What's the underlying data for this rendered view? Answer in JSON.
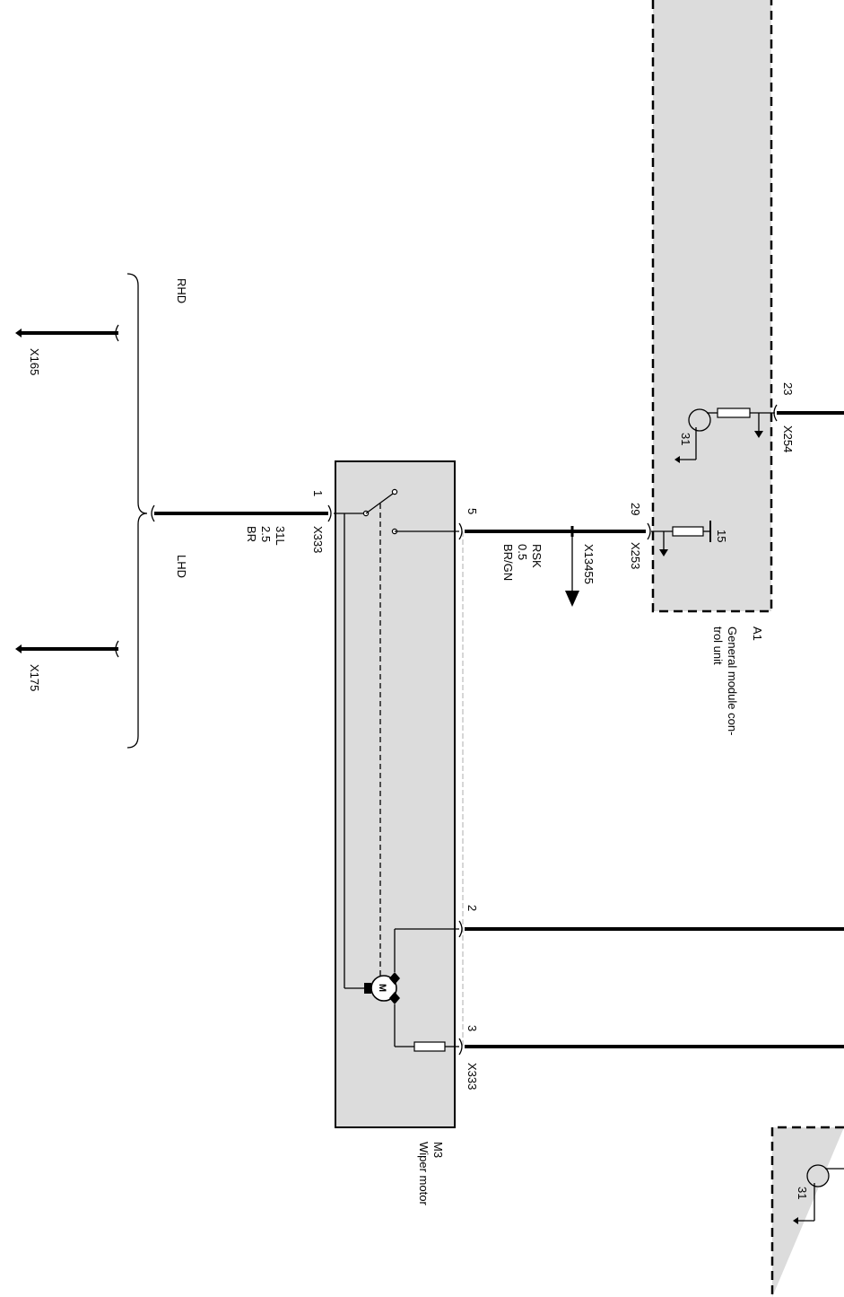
{
  "ground_points": {
    "top": "X165",
    "bottom": "X175"
  },
  "variants": {
    "rhd": "RHD",
    "lhd": "LHD"
  },
  "wire_31l": {
    "connector": "X333",
    "pin": "1",
    "circuit": "31L",
    "size": "2.5",
    "color": "BR"
  },
  "wiper_motor": {
    "id": "M3",
    "name": "Wiper motor",
    "motor_symbol": "M",
    "connector_bottom": "X333",
    "pins": {
      "park": "5",
      "speed_1": "2",
      "speed_2": "3"
    }
  },
  "wire_park": {
    "connector": "X13455",
    "circuit": "RSK",
    "size": "0.5",
    "color": "BR/GN"
  },
  "general_module": {
    "id": "A1",
    "name_line1": "General module con-",
    "name_line2": "trol unit",
    "connector_a": {
      "id": "X253",
      "pin": "29",
      "terminal": "15"
    },
    "connector_b": {
      "id": "X254",
      "pin": "23",
      "terminal": "31"
    }
  },
  "lower_module": {
    "terminal": "31"
  },
  "colors": {
    "module_fill": "#dcdcdc",
    "line": "#000000"
  }
}
